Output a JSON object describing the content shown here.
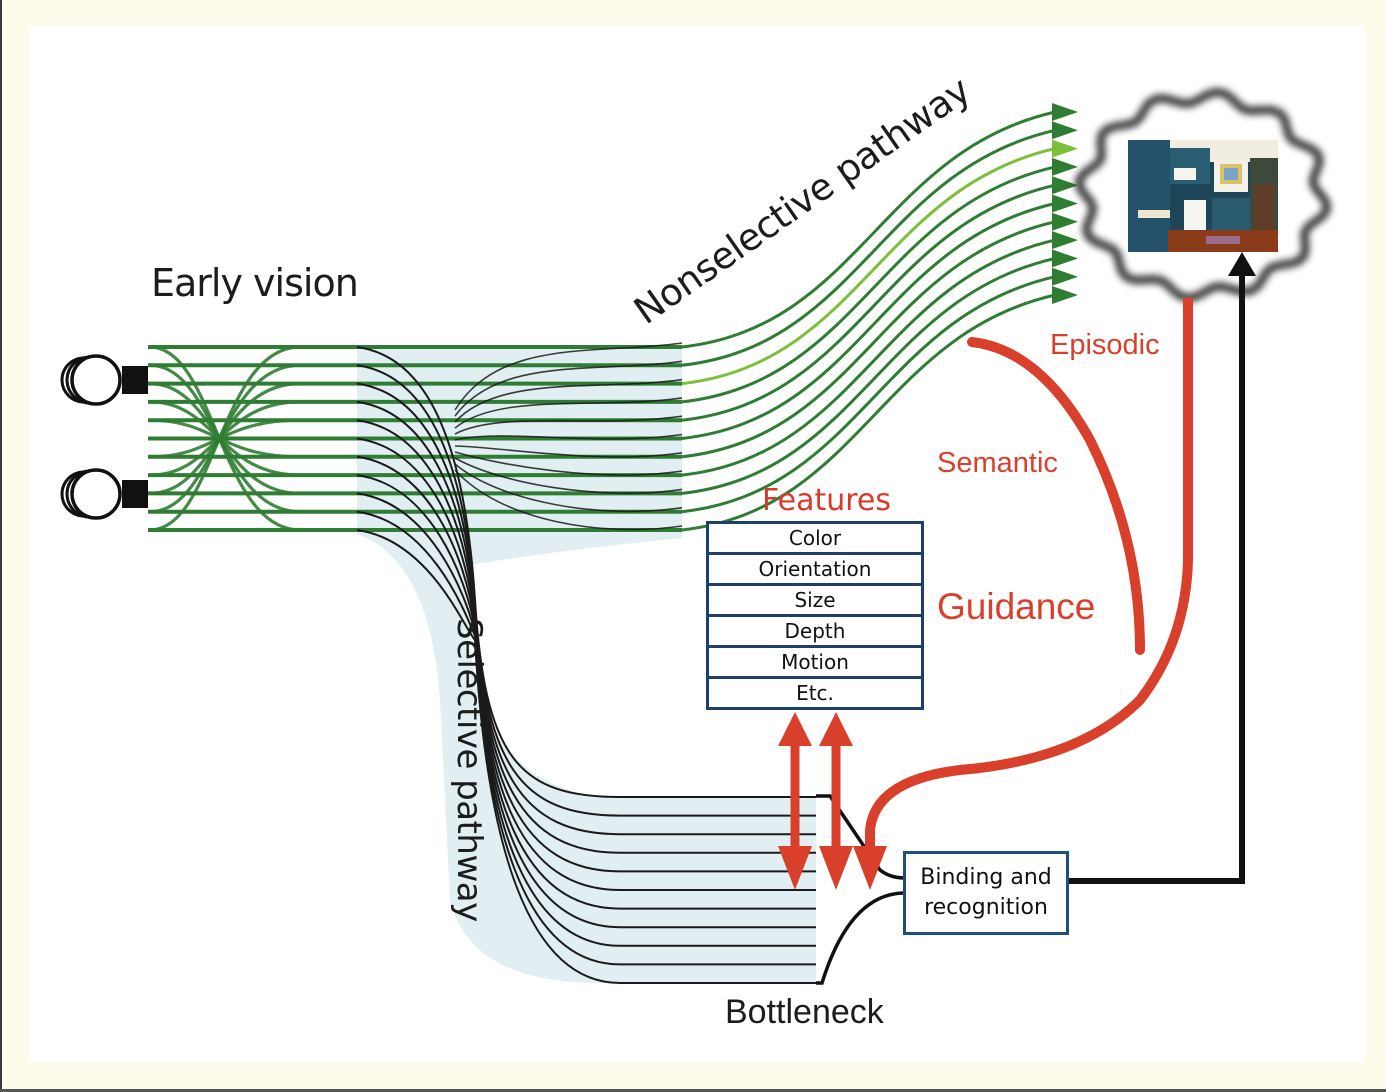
{
  "labels": {
    "early_vision": "Early vision",
    "nonselective_pathway": "Nonselective pathway",
    "selective_pathway": "Selective pathway",
    "bottleneck": "Bottleneck",
    "features_title": "Features",
    "episodic": "Episodic",
    "semantic": "Semantic",
    "guidance": "Guidance",
    "binding_line1": "Binding and",
    "binding_line2": "recognition"
  },
  "features": [
    "Color",
    "Orientation",
    "Size",
    "Depth",
    "Motion",
    "Etc."
  ],
  "scene_image": {
    "description": "kitchen-scene-photo"
  },
  "colors": {
    "nonselective_green": "#2f7d32",
    "light_green": "#7cbf3a",
    "selective_black": "#1a1a1a",
    "selective_fill": "#dcecf1",
    "guidance_red": "#d9402c",
    "box_navy": "#1f3f6b",
    "frame_cream": "#fdfbea"
  },
  "diagram": {
    "eyes": 2,
    "fibers": 11
  }
}
